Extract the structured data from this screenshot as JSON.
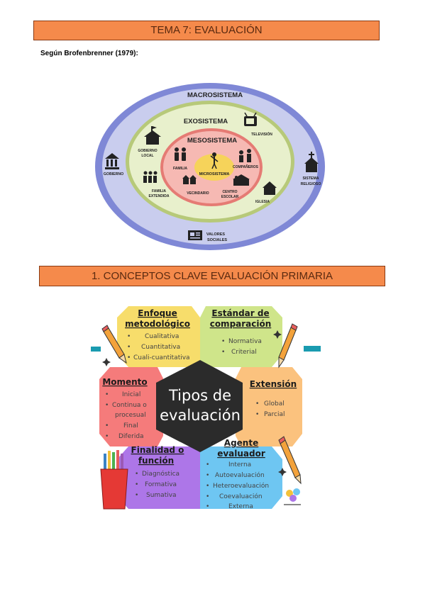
{
  "header": {
    "title": "TEMA 7: EVALUACIÓN"
  },
  "intro": {
    "author_line": "Según Brofenbrenner (1979):"
  },
  "eco_model": {
    "macro": "MACROSISTEMA",
    "exo": "EXOSISTEMA",
    "meso": "MESOSISTEMA",
    "micro": "MICROSISTEMA",
    "labels": {
      "television": "TELEVISIÓN",
      "gobierno_local": [
        "GOBIERNO",
        "LOCAL"
      ],
      "gobierno": "GOBIERNO",
      "familia": "FAMILIA",
      "companeros": "COMPAÑEROS",
      "familia_extendida": [
        "FAMILIA",
        "EXTENDIDA"
      ],
      "vecindario": "VECINDARIO",
      "centro_escolar": [
        "CENTRO",
        "ESCOLAR"
      ],
      "iglesia": "IGLESIA",
      "sistema_religioso": [
        "SISTEMA",
        "RELIGIOSO"
      ],
      "valores_sociales": [
        "VALORES",
        "SOCIALES"
      ]
    },
    "colors": {
      "macro": "#7f88d6",
      "exo": "#cfe0a6",
      "meso": "#f3a6a0",
      "micro": "#f6d35a"
    }
  },
  "section1": {
    "title": "1. CONCEPTOS CLAVE EVALUACIÓN PRIMARIA"
  },
  "tipos": {
    "center": [
      "Tipos de",
      "evaluación"
    ],
    "sections": [
      {
        "key": "enfoque",
        "title": [
          "Enfoque",
          "metodológico"
        ],
        "items": [
          "Cualitativa",
          "Cuantitativa",
          "Cuali-cuantitativa"
        ],
        "color": "#f7dd6b"
      },
      {
        "key": "estandar",
        "title": [
          "Estándar de",
          "comparación"
        ],
        "items": [
          "Normativa",
          "Criterial"
        ],
        "color": "#cfe58a"
      },
      {
        "key": "momento",
        "title": [
          "Momento"
        ],
        "items": [
          "Inicial",
          "Continua o",
          "procesual",
          "Final",
          "Diferida"
        ],
        "color": "#f57b7b"
      },
      {
        "key": "extension",
        "title": [
          "Extensión"
        ],
        "items": [
          "Global",
          "Parcial"
        ],
        "color": "#fbc27e"
      },
      {
        "key": "finalidad",
        "title": [
          "Finalidad o",
          "función"
        ],
        "items": [
          "Diagnóstica",
          "Formativa",
          "Sumativa"
        ],
        "color": "#ad76e8"
      },
      {
        "key": "agente",
        "title": [
          "Agente",
          "evaluador"
        ],
        "items": [
          "Interna",
          "Autoevaluación",
          "Heteroevaluación",
          "Coevaluación",
          "Externa"
        ],
        "color": "#6ec6f2"
      }
    ],
    "center_color": "#2b2b2b"
  }
}
